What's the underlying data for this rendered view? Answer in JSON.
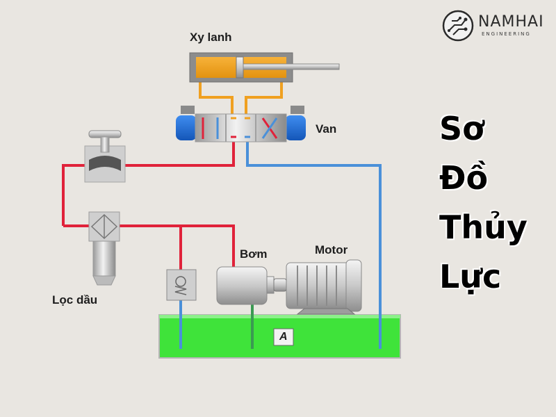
{
  "title_lines": [
    "Sơ",
    "Đồ",
    "Thủy",
    "Lực"
  ],
  "logo": {
    "name": "NAMHAI",
    "subtitle": "ENGINEERING",
    "icon": "circuit-circle-icon"
  },
  "labels": {
    "cylinder": "Xy lanh",
    "valve": "Van",
    "filter": "Lọc dầu",
    "pump": "Bơm",
    "motor": "Motor",
    "tank": "A"
  },
  "colors": {
    "pressure_line": "#e0223a",
    "return_line": "#4a90d9",
    "suction_line": "#3a9a52",
    "cylinder_line": "#f0a020",
    "tank_fluid": "#3fe33a",
    "solenoid": "#1f6fd6",
    "background": "#e9e6e1"
  }
}
